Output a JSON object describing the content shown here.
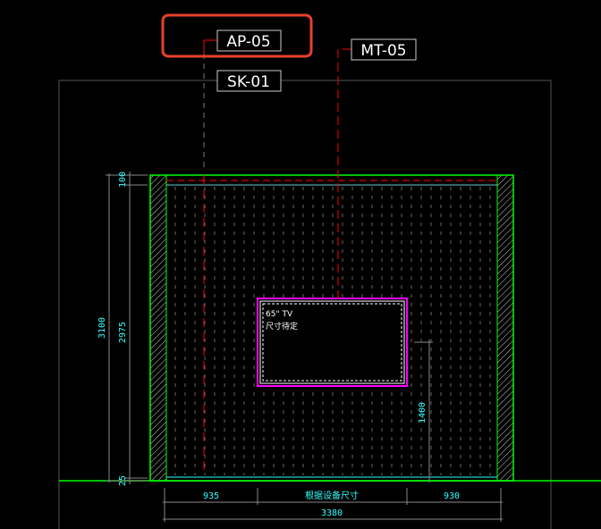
{
  "tags": {
    "ap": "AP-05",
    "sk": "SK-01",
    "mt": "MT-05"
  },
  "tv": {
    "size": "65\" TV",
    "note": "尺寸待定"
  },
  "dimensions": {
    "height_total": "3100",
    "top": "100",
    "middle": "2975",
    "bottom": "25",
    "tv_height": "1400",
    "left_width": "935",
    "center_width": "根据设备尺寸",
    "right_width": "930",
    "total_width": "3380"
  },
  "colors": {
    "wall": "#00ff00",
    "tv_frame": "#ff00ff",
    "dimension_text": "#33ffff",
    "leader": "#ff0000",
    "highlight": "#e8402a"
  }
}
